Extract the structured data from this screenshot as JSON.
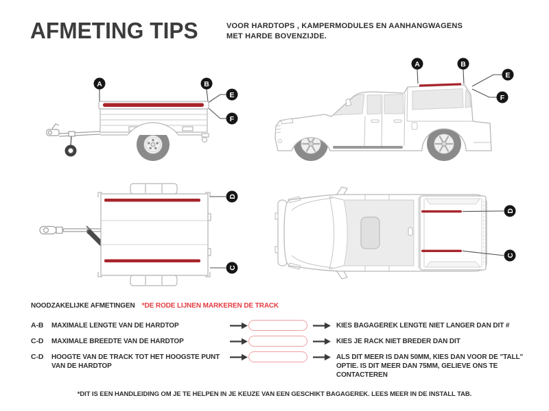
{
  "header": {
    "title": "AFMETING TIPS",
    "subtitle_line1": "VOOR HARDTOPS , KAMPERMODULES EN AANHANGWAGENS",
    "subtitle_line2": "MET HARDE BOVENZIJDE."
  },
  "markers": {
    "a": "A",
    "b": "B",
    "c": "C",
    "d": "D",
    "e": "E",
    "f": "F"
  },
  "colors": {
    "track_red": "#a8252b",
    "note_red": "#e33b40",
    "pill_border": "#eba0a0",
    "marker_black": "#161616"
  },
  "legend": {
    "heading": "NOODZAKELIJKE AFMETINGEN",
    "note": "*DE RODE LIJNEN MARKEREN DE TRACK"
  },
  "rows": [
    {
      "key": "A-B",
      "description": "MAXIMALE LENGTE VAN DE HARDTOP",
      "result": "KIES BAGAGEREK LENGTE NIET LANGER DAN DIT #"
    },
    {
      "key": "C-D",
      "description": "MAXIMALE BREEDTE VAN DE HARDTOP",
      "result": "KIES JE RACK NIET BREDER DAN DIT"
    },
    {
      "key": "C-D",
      "description": "HOOGTE VAN DE TRACK TOT HET HOOGSTE PUNT VAN DE HARDTOP",
      "result": "ALS DIT MEER IS DAN 50MM, KIES DAN VOOR DE \"TALL\" OPTIE. IS DIT MEER DAN 75MM, GELIEVE ONS TE CONTACTEREN"
    }
  ],
  "footer": {
    "note": "*DIT IS EEN HANDLEIDING OM JE TE HELPEN IN JE KEUZE VAN EEN GESCHIKT BAGAGEREK. LEES MEER IN DE INSTALL TAB."
  }
}
